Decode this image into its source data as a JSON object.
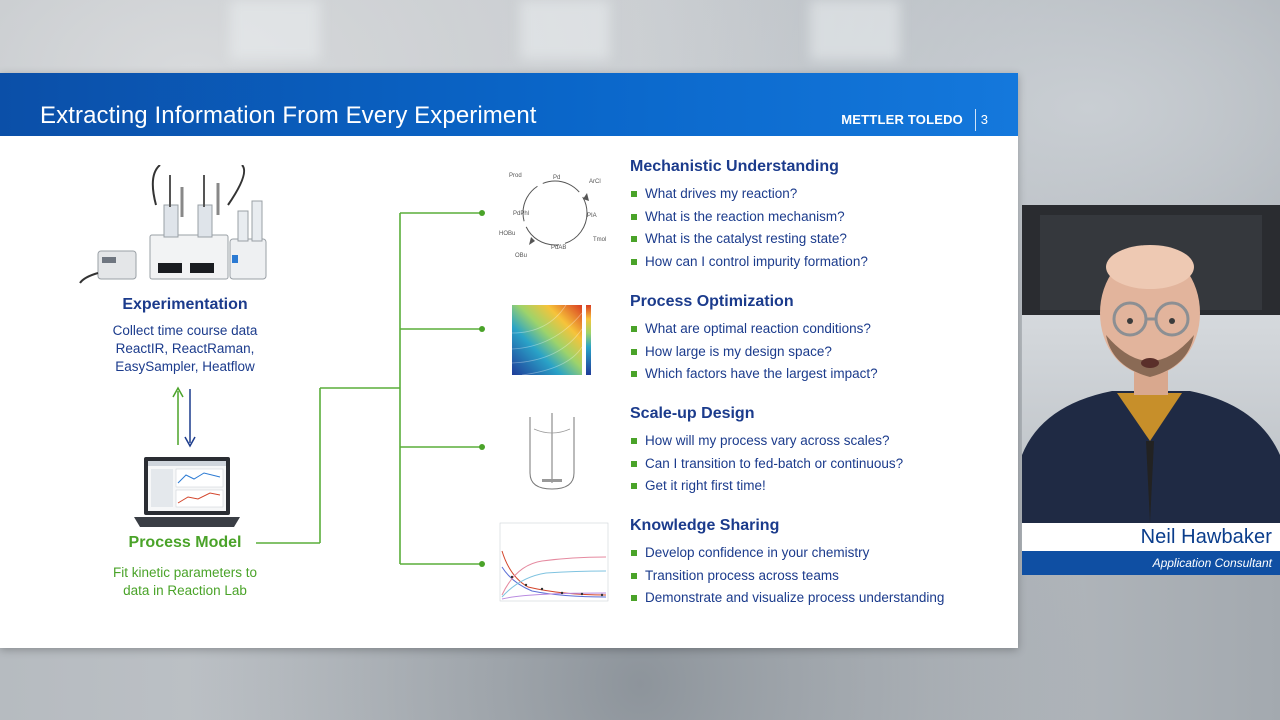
{
  "slide": {
    "title": "Extracting Information From Every Experiment",
    "brand": "METTLER TOLEDO",
    "page_number": "3"
  },
  "experimentation": {
    "title": "Experimentation",
    "description": [
      "Collect time course data",
      "ReactIR, ReactRaman,",
      "EasySampler, Heatflow"
    ]
  },
  "process_model": {
    "title": "Process Model",
    "description": [
      "Fit kinetic parameters to",
      "data in Reaction Lab"
    ]
  },
  "cycle_labels": [
    "Prod",
    "Pd",
    "ArCl",
    "PdPhl",
    "PIA",
    "HOBu",
    "Tmol",
    "PdAB",
    "OBu"
  ],
  "sections": [
    {
      "title": "Mechanistic Understanding",
      "items": [
        "What drives my reaction?",
        "What is the reaction mechanism?",
        "What is the catalyst resting state?",
        "How can I control impurity formation?"
      ]
    },
    {
      "title": "Process Optimization",
      "items": [
        "What are optimal reaction conditions?",
        "How large is my design space?",
        "Which factors have the largest impact?"
      ]
    },
    {
      "title": "Scale-up Design",
      "items": [
        "How will my process vary across scales?",
        "Can I transition to fed-batch or continuous?",
        "Get it right first time!"
      ]
    },
    {
      "title": "Knowledge Sharing",
      "items": [
        "Develop confidence in your chemistry",
        "Transition process across teams",
        "Demonstrate and visualize process understanding"
      ]
    }
  ],
  "presenter": {
    "name": "Neil Hawbaker",
    "role": "Application Consultant"
  },
  "colors": {
    "header_blue": "#0a66c9",
    "text_navy": "#1b3b8c",
    "accent_green": "#4aa329",
    "role_bar": "#0f4fa3"
  }
}
